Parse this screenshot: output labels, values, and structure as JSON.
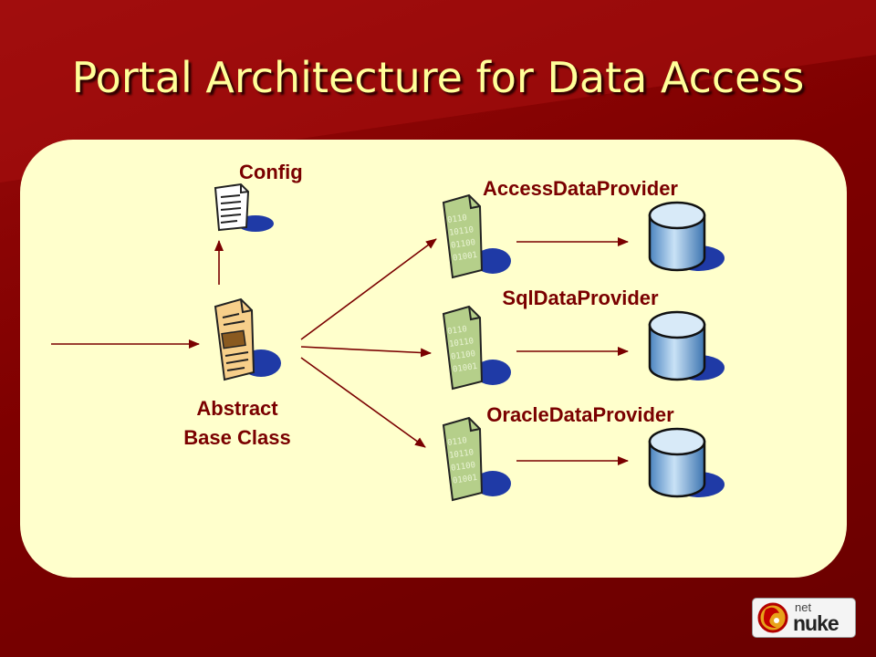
{
  "slide": {
    "title": "Portal Architecture for Data Access"
  },
  "diagram": {
    "nodes": {
      "config": {
        "label": "Config",
        "icon": "config-document-icon"
      },
      "abstract_base_class": {
        "label_line1": "Abstract",
        "label_line2": "Base Class",
        "icon": "class-document-icon"
      },
      "access_provider": {
        "label": "AccessDataProvider",
        "icon": "binary-document-icon",
        "db_icon": "database-icon"
      },
      "sql_provider": {
        "label": "SqlDataProvider",
        "icon": "binary-document-icon",
        "db_icon": "database-icon"
      },
      "oracle_provider": {
        "label": "OracleDataProvider",
        "icon": "binary-document-icon",
        "db_icon": "database-icon"
      }
    },
    "colors": {
      "background": "#7e0000",
      "panel": "#ffffcc",
      "title": "#ffff99",
      "labels": "#7a0000",
      "arrows": "#7a0000",
      "database": "#6fa4d8",
      "binary_doc": "#b5cf8a",
      "class_doc": "#f7cf8a"
    }
  },
  "logo": {
    "line1": "net",
    "line2": "nuke"
  }
}
